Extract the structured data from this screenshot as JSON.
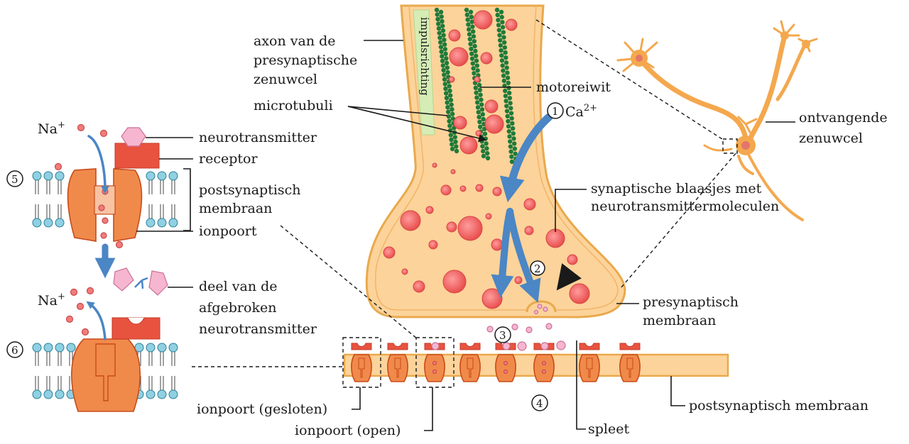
{
  "labels": {
    "axon": [
      "axon van de",
      "presynaptische",
      "zenuwcel"
    ],
    "microtubuli": "microtubuli",
    "impulsrichting": "impulsrichting",
    "motoreiwit": "motoreiwit",
    "ca_ion": "Ca",
    "ca_charge": "2+",
    "ontvangende": [
      "ontvangende",
      "zenuwcel"
    ],
    "synaptische": [
      "synaptische blaasjes met",
      "neurotransmittermoleculen"
    ],
    "presynaptisch_membraan": [
      "presynaptisch",
      "membraan"
    ],
    "spleet": "spleet",
    "postsynaptisch_membraan_right": "postsynaptisch membraan",
    "ionpoort_gesloten": "ionpoort (gesloten)",
    "ionpoort_open": "ionpoort (open)",
    "na_ion": "Na",
    "na_charge": "+",
    "neurotransmitter": "neurotransmitter",
    "receptor": "receptor",
    "postsynaptisch_membraan_left": [
      "postsynaptisch",
      "membraan"
    ],
    "ionpoort": "ionpoort",
    "afgebroken": [
      "deel van de",
      "afgebroken",
      "neurotransmitter"
    ]
  },
  "steps": [
    "1",
    "2",
    "3",
    "4",
    "5",
    "6"
  ],
  "colors": {
    "cytoplasm": "#fcd39a",
    "membrane": "#e9a94d",
    "vesicle": "#f06a6a",
    "microtubule": "#1f7a3a",
    "arrow": "#4b86c5",
    "channel": "#f08a4b",
    "receptor": "#e8533f",
    "neurotransmitter": "#f6b6cf",
    "neuron": "#f4a84e",
    "release_arrow": "#e5352a"
  }
}
